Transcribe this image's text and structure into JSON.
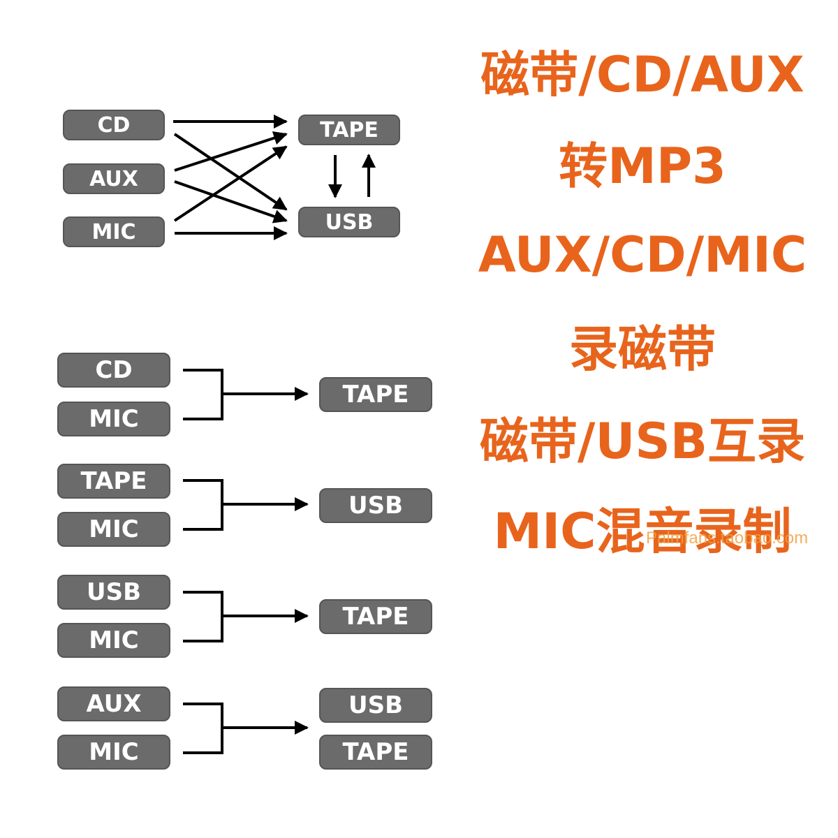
{
  "top_diagram": {
    "sources": [
      "CD",
      "AUX",
      "MIC"
    ],
    "targets": [
      "TAPE",
      "USB"
    ],
    "connections": [
      [
        "CD",
        "TAPE"
      ],
      [
        "CD",
        "USB"
      ],
      [
        "AUX",
        "TAPE"
      ],
      [
        "AUX",
        "USB"
      ],
      [
        "MIC",
        "TAPE"
      ],
      [
        "MIC",
        "USB"
      ],
      [
        "TAPE",
        "USB"
      ],
      [
        "USB",
        "TAPE"
      ]
    ]
  },
  "mix_groups": [
    {
      "inputs": [
        "CD",
        "MIC"
      ],
      "outputs": [
        "TAPE"
      ]
    },
    {
      "inputs": [
        "TAPE",
        "MIC"
      ],
      "outputs": [
        "USB"
      ]
    },
    {
      "inputs": [
        "USB",
        "MIC"
      ],
      "outputs": [
        "TAPE"
      ]
    },
    {
      "inputs": [
        "AUX",
        "MIC"
      ],
      "outputs": [
        "USB",
        "TAPE"
      ]
    }
  ],
  "title_lines": [
    "磁带/CD/AUX",
    "转MP3",
    "AUX/CD/MIC",
    "录磁带",
    "磁带/USB互录",
    "MIC混音录制"
  ],
  "watermark": "Palmfans.taobao.com",
  "colors": {
    "accent": "#e8641c",
    "box": "#6b6b6b"
  }
}
